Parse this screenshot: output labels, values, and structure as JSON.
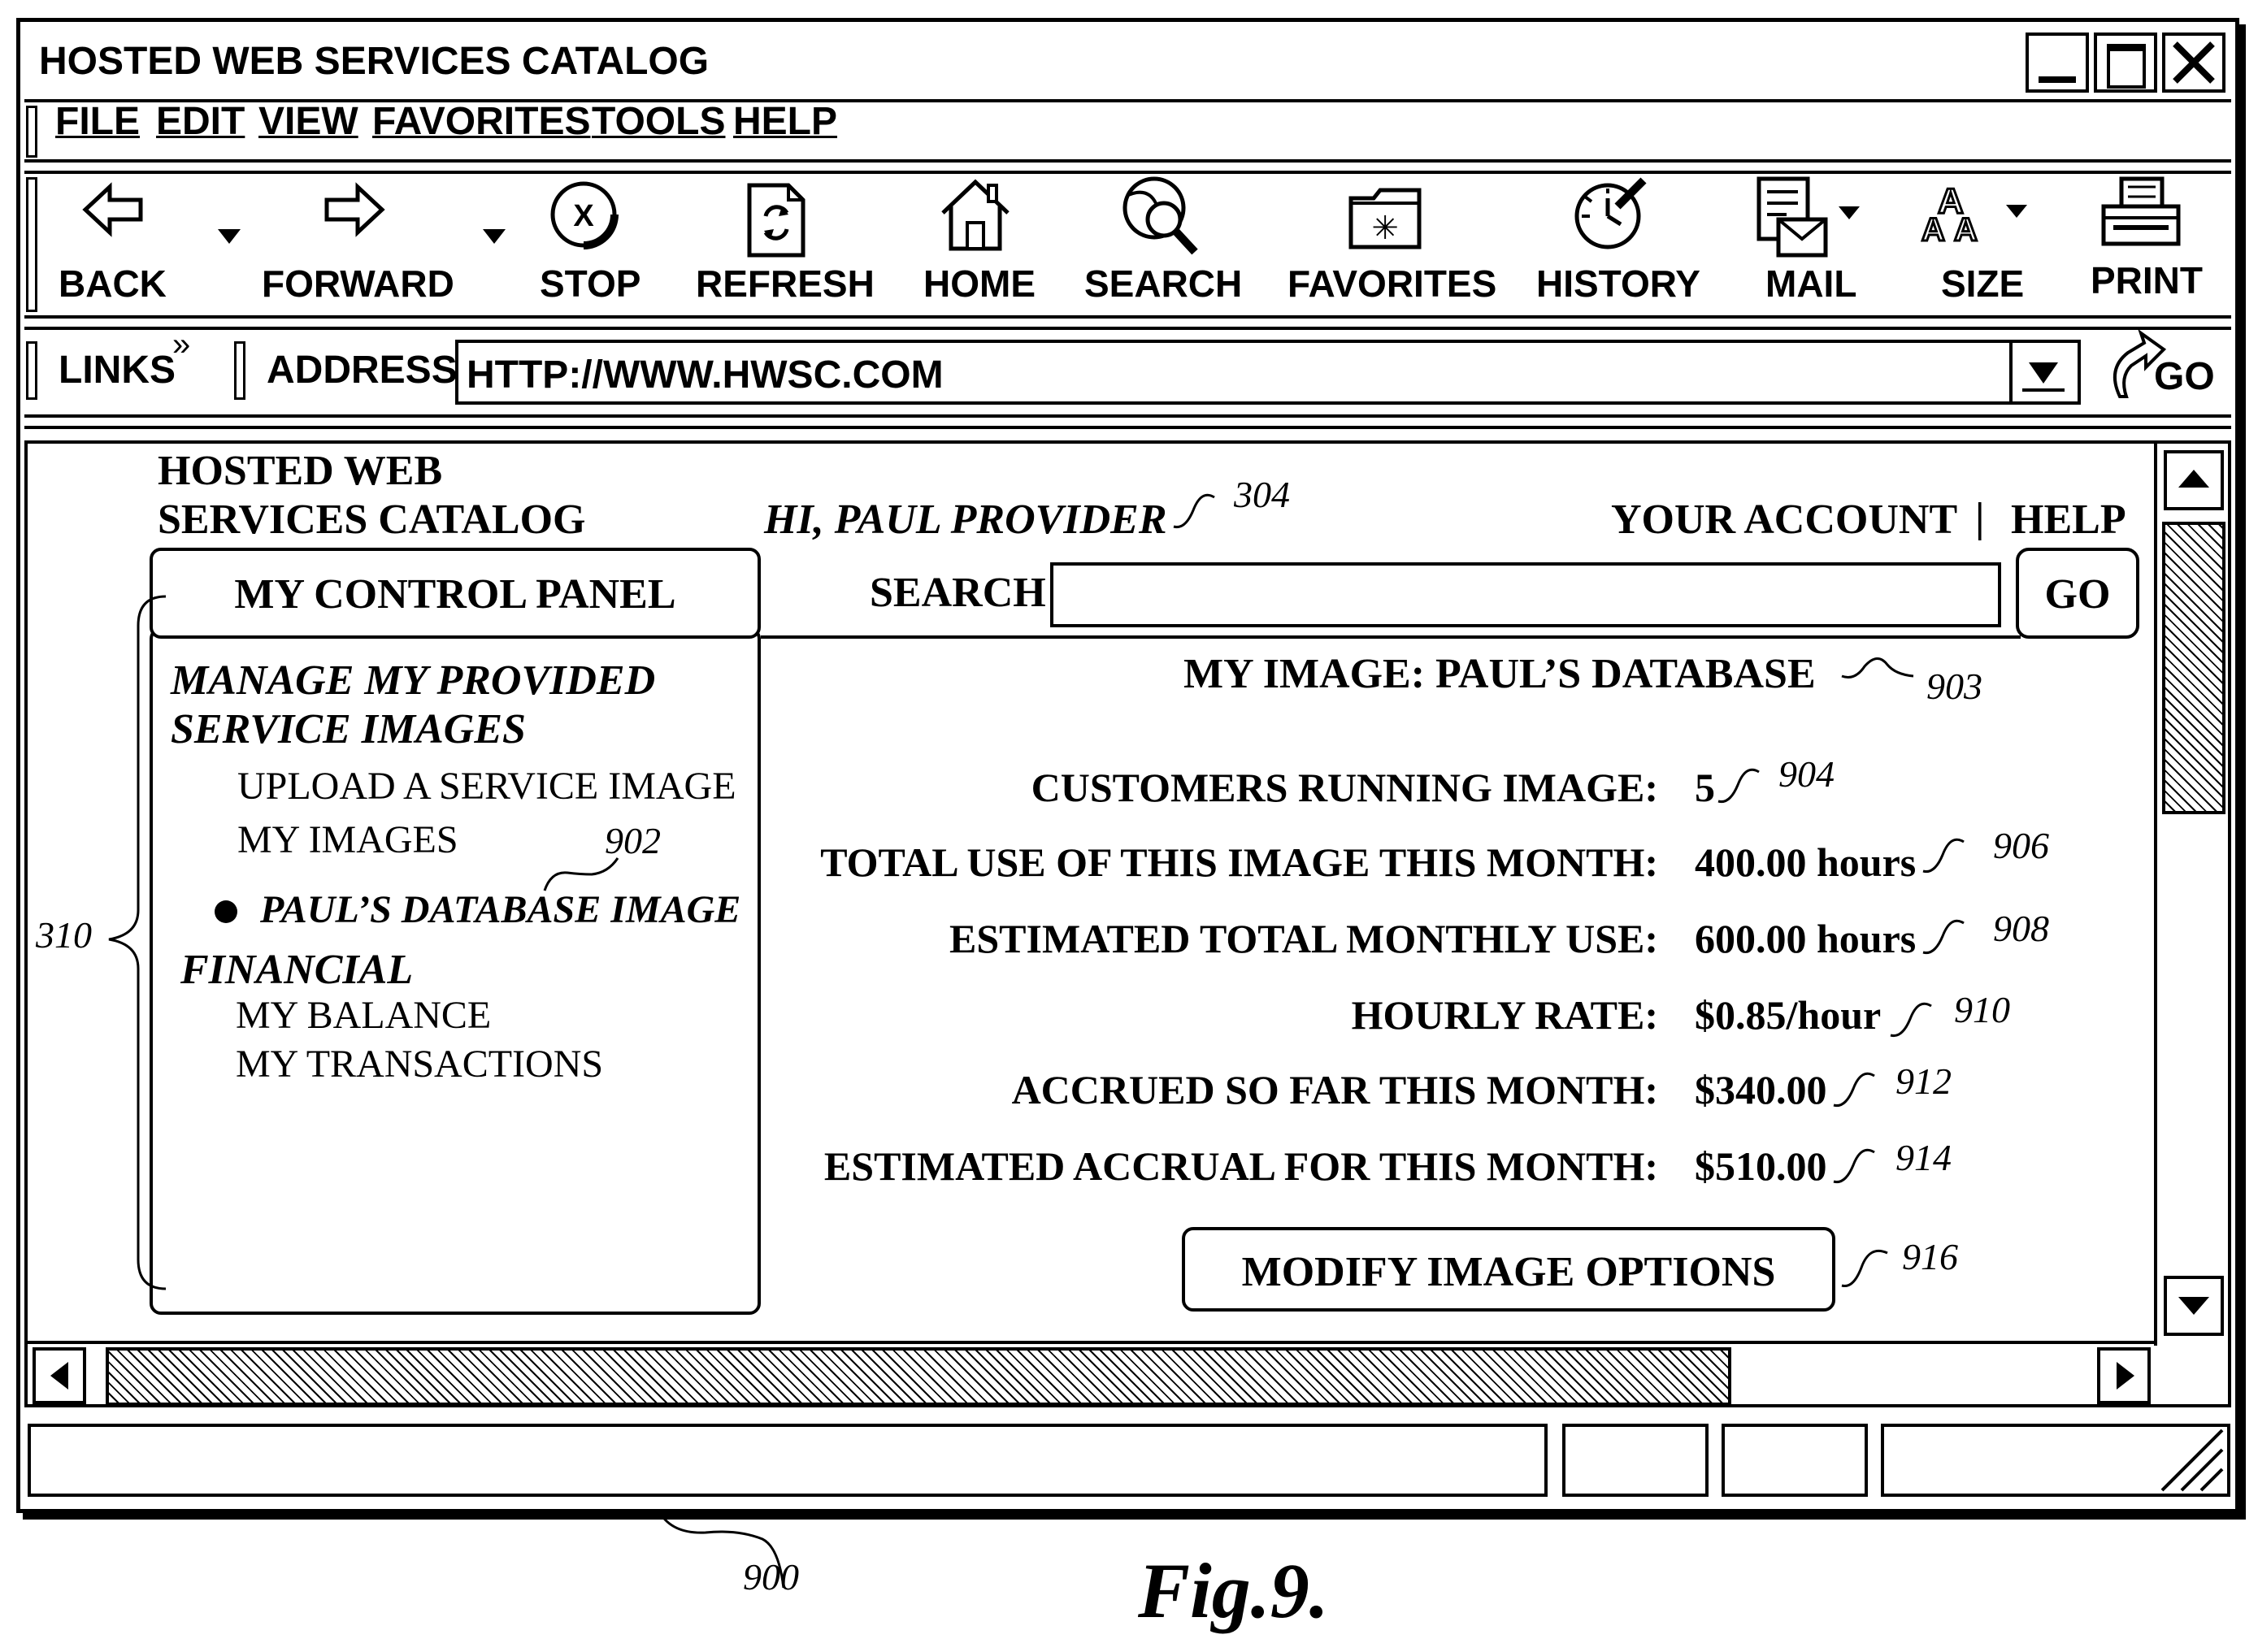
{
  "window": {
    "title": "HOSTED WEB SERVICES CATALOG"
  },
  "menu": [
    {
      "label": "FILE"
    },
    {
      "label": "EDIT"
    },
    {
      "label": "VIEW"
    },
    {
      "label": "FAVORITES"
    },
    {
      "label": "TOOLS"
    },
    {
      "label": "HELP"
    }
  ],
  "toolbar": [
    {
      "label": "BACK",
      "icon": "back-arrow-icon"
    },
    {
      "label": "FORWARD",
      "icon": "forward-arrow-icon"
    },
    {
      "label": "STOP",
      "icon": "stop-icon"
    },
    {
      "label": "REFRESH",
      "icon": "refresh-icon"
    },
    {
      "label": "HOME",
      "icon": "home-icon"
    },
    {
      "label": "SEARCH",
      "icon": "search-globe-icon"
    },
    {
      "label": "FAVORITES",
      "icon": "favorites-folder-icon"
    },
    {
      "label": "HISTORY",
      "icon": "history-clock-icon"
    },
    {
      "label": "MAIL",
      "icon": "mail-icon"
    },
    {
      "label": "SIZE",
      "icon": "text-size-icon"
    },
    {
      "label": "PRINT",
      "icon": "printer-icon"
    }
  ],
  "addressbar": {
    "links_label": "LINKS",
    "chevron": "»",
    "address_label": "ADDRESS",
    "url": "HTTP://WWW.HWSC.COM",
    "go_label": "GO"
  },
  "page": {
    "brand_line1": "HOSTED WEB",
    "brand_line2": "SERVICES CATALOG",
    "greeting": "HI, PAUL PROVIDER",
    "your_account": "YOUR ACCOUNT",
    "separator": "|",
    "help": "HELP",
    "control_panel": "MY CONTROL PANEL",
    "search_label": "SEARCH",
    "search_value": "",
    "search_go": "GO",
    "sidebar": {
      "section1_line1": "MANAGE MY PROVIDED",
      "section1_line2": "SERVICE IMAGES",
      "upload": "UPLOAD A SERVICE IMAGE",
      "my_images": "MY IMAGES",
      "selected_image": "PAUL’S DATABASE IMAGE",
      "section2": "FINANCIAL",
      "balance": "MY BALANCE",
      "transactions": "MY TRANSACTIONS"
    },
    "image_title": "MY IMAGE: PAUL’S DATABASE",
    "details": [
      {
        "label": "CUSTOMERS RUNNING IMAGE:",
        "value": "5",
        "ref": "904"
      },
      {
        "label": "TOTAL USE OF THIS IMAGE THIS MONTH:",
        "value": "400.00 hours",
        "ref": "906"
      },
      {
        "label": "ESTIMATED TOTAL MONTHLY USE:",
        "value": "600.00 hours",
        "ref": "908"
      },
      {
        "label": "HOURLY RATE:",
        "value": "$0.85/hour",
        "ref": "910"
      },
      {
        "label": "ACCRUED SO FAR THIS MONTH:",
        "value": "$340.00",
        "ref": "912"
      },
      {
        "label": "ESTIMATED ACCRUAL FOR THIS MONTH:",
        "value": "$510.00",
        "ref": "914"
      }
    ],
    "modify_button": "MODIFY IMAGE OPTIONS"
  },
  "refs": {
    "greeting": "304",
    "sidebar": "310",
    "my_images": "902",
    "image_title": "903",
    "modify": "916",
    "window": "900"
  },
  "caption": "Fig.9."
}
